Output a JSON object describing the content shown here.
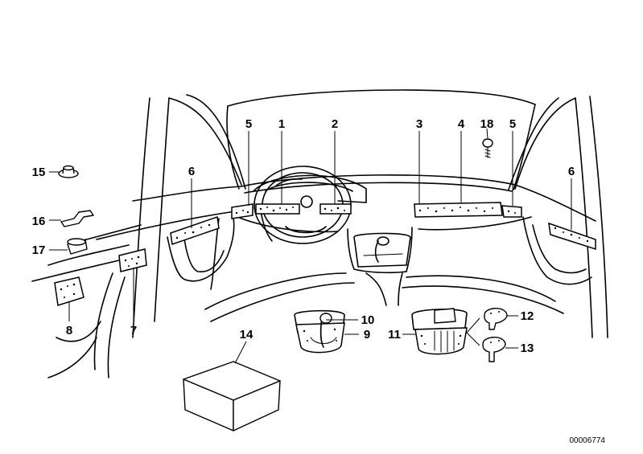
{
  "diagram": {
    "callouts": [
      {
        "id": "c1",
        "label": "1"
      },
      {
        "id": "c2",
        "label": "2"
      },
      {
        "id": "c3",
        "label": "3"
      },
      {
        "id": "c4",
        "label": "4"
      },
      {
        "id": "c5a",
        "label": "5"
      },
      {
        "id": "c5b",
        "label": "5"
      },
      {
        "id": "c6a",
        "label": "6"
      },
      {
        "id": "c6b",
        "label": "6"
      },
      {
        "id": "c7",
        "label": "7"
      },
      {
        "id": "c8",
        "label": "8"
      },
      {
        "id": "c9",
        "label": "9"
      },
      {
        "id": "c10",
        "label": "10"
      },
      {
        "id": "c11",
        "label": "11"
      },
      {
        "id": "c12",
        "label": "12"
      },
      {
        "id": "c13",
        "label": "13"
      },
      {
        "id": "c14",
        "label": "14"
      },
      {
        "id": "c15",
        "label": "15"
      },
      {
        "id": "c16",
        "label": "16"
      },
      {
        "id": "c17",
        "label": "17"
      },
      {
        "id": "c18",
        "label": "18"
      }
    ],
    "document_number": "00006774"
  }
}
